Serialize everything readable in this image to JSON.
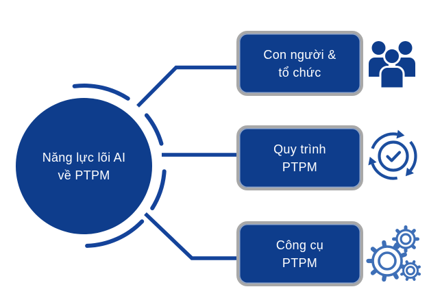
{
  "center_node": {
    "line1": "Năng lực lõi AI",
    "line2": "về PTPM"
  },
  "nodes": [
    {
      "label_line1": "Con người &",
      "label_line2": "tổ chức",
      "icon": "people-icon"
    },
    {
      "label_line1": "Quy trình",
      "label_line2": "PTPM",
      "icon": "process-cycle-check-icon"
    },
    {
      "label_line1": "Công cụ",
      "label_line2": "PTPM",
      "icon": "gears-icon"
    }
  ],
  "colors": {
    "primary_blue": "#0E3D8C",
    "connector_blue": "#14439A",
    "cycle_icon_blue": "#1C4E9F",
    "gear_icon_blue": "#3E6FB7",
    "border_gray": "#A8A8A8",
    "text_white": "#FFFFFF",
    "background": "#FFFFFF"
  }
}
